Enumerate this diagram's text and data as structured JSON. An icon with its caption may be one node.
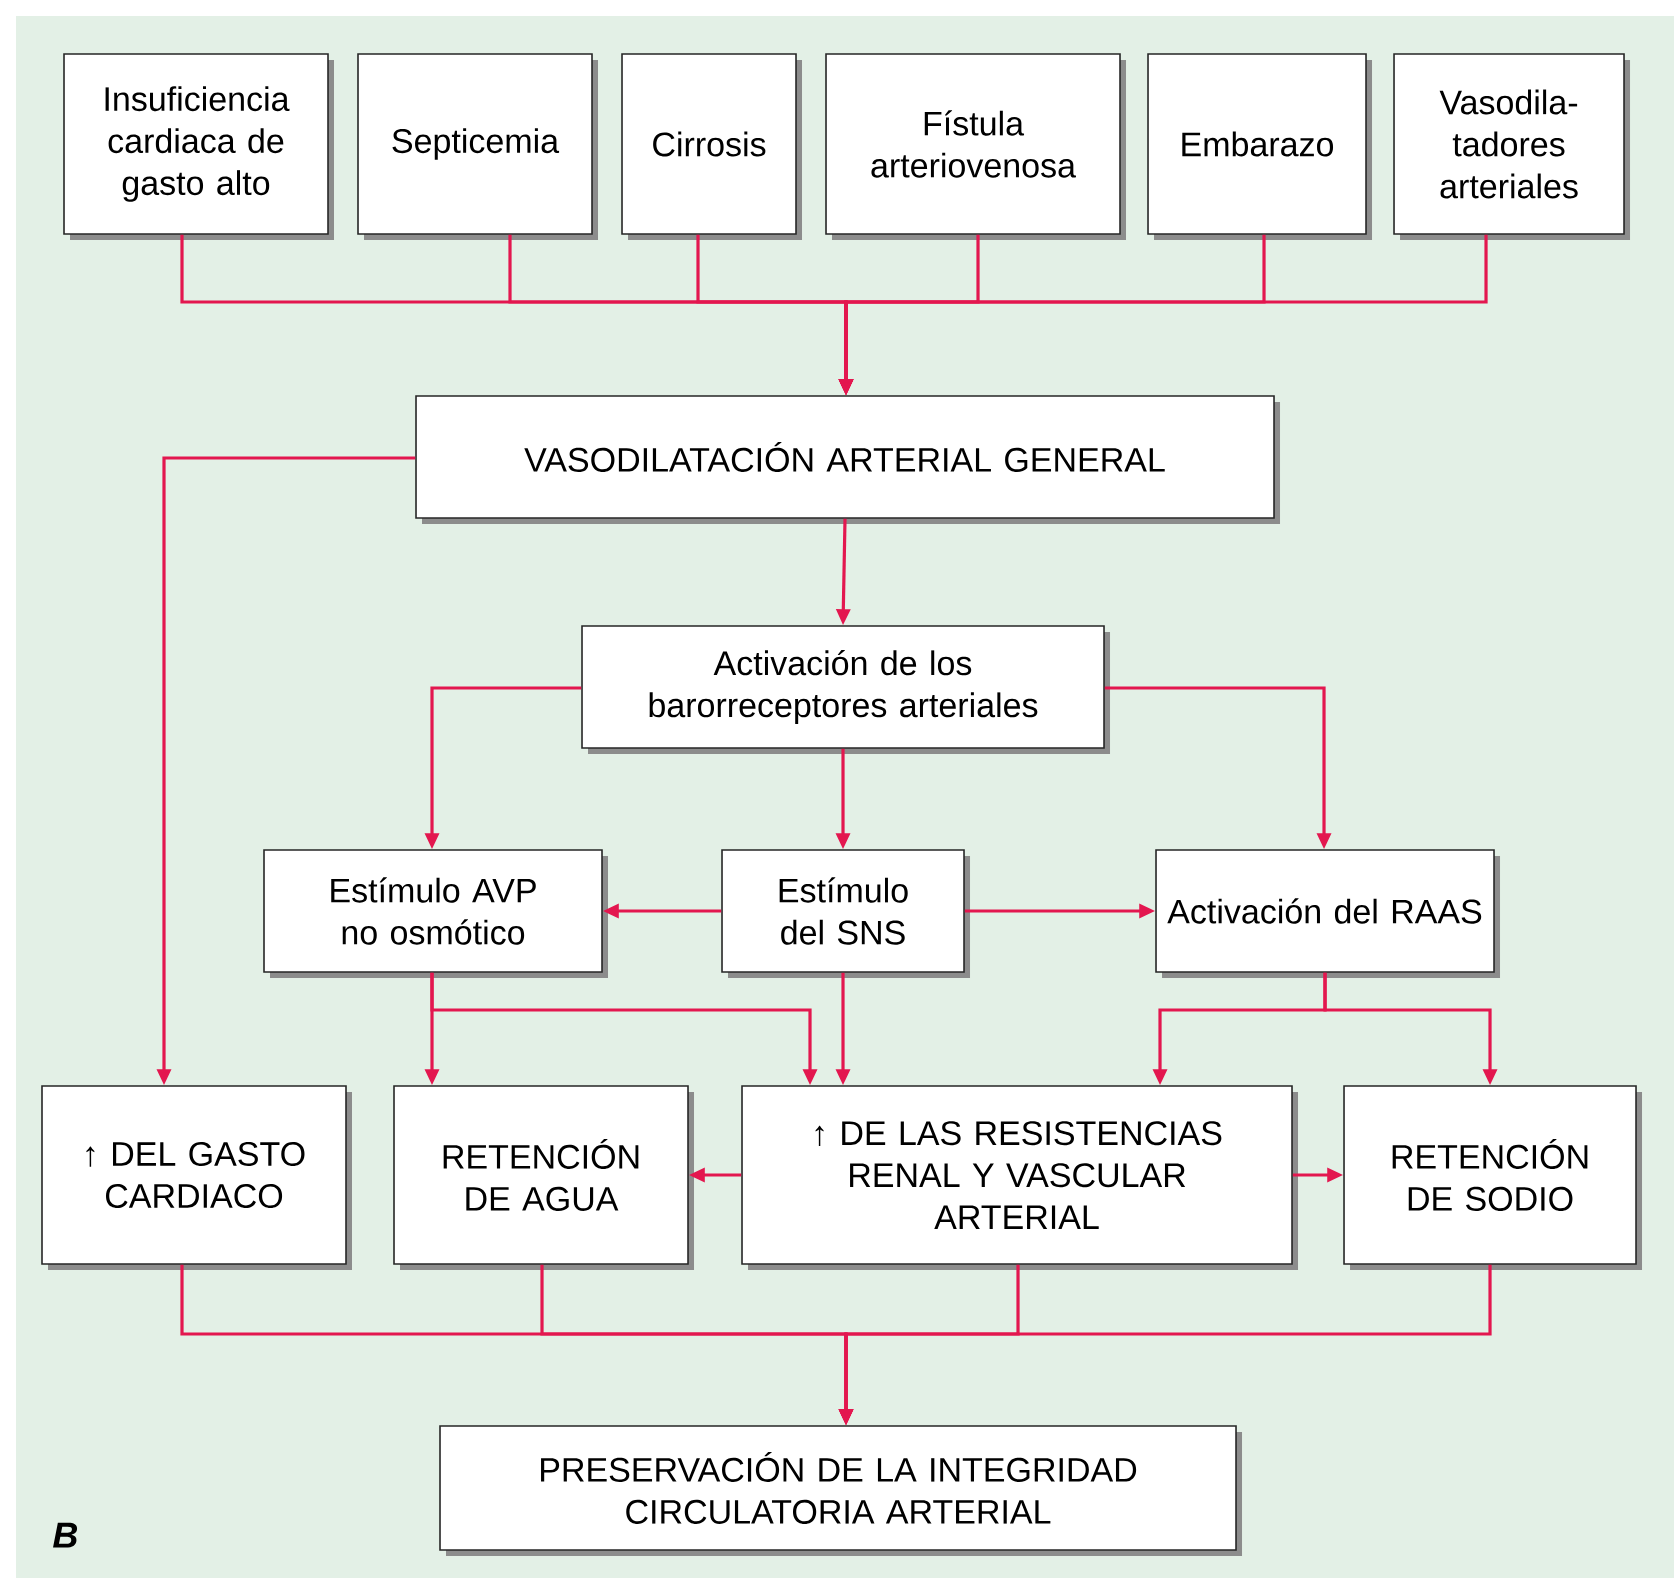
{
  "diagram": {
    "nodes": [
      {
        "text": [
          "Insuficiencia cardiaca de gasto alto"
        ]
      },
      {
        "text": [
          "Septicemia"
        ]
      },
      {
        "text": [
          "Cirrosis"
        ]
      },
      {
        "text": [
          "Fístula arteriovenosa"
        ]
      },
      {
        "text": [
          "Embarazo"
        ]
      },
      {
        "text": [
          "Vasodila- tadores arteriales"
        ]
      },
      {
        "text": [
          "VASODILATACIÓN ARTERIAL GENERAL"
        ]
      },
      {
        "text": [
          "Activación de los barorreceptores arteriales"
        ]
      },
      {
        "text": [
          "Estímulo AVP no osmótico"
        ]
      },
      {
        "text": [
          "Estímulo del SNS"
        ]
      },
      {
        "text": [
          "Activación del RAAS"
        ]
      },
      {
        "text": [
          "↑ DEL GASTO CARDIACO"
        ]
      },
      {
        "text": [
          "RETENCIÓN DE AGUA"
        ]
      },
      {
        "text": [
          "↑ DE LAS RESISTENCIAS RENAL Y VASCULAR ARTERIAL"
        ]
      },
      {
        "text": [
          "RETENCIÓN DE SODIO"
        ]
      },
      {
        "text": [
          "PRESERVACIÓN DE LA INTEGRIDAD CIRCULATORIA ARTERIAL"
        ]
      }
    ],
    "edges": [
      {
        "from": 0,
        "to": 6,
        "arrow": "to"
      },
      {
        "from": 1,
        "to": 6,
        "arrow": "to"
      },
      {
        "from": 2,
        "to": 6,
        "arrow": "to"
      },
      {
        "from": 3,
        "to": 6,
        "arrow": "to"
      },
      {
        "from": 4,
        "to": 6,
        "arrow": "to"
      },
      {
        "from": 5,
        "to": 6,
        "arrow": "to"
      },
      {
        "from": 6,
        "to": 11,
        "arrow": "to"
      },
      {
        "from": 6,
        "to": 7,
        "arrow": "to"
      },
      {
        "from": 7,
        "to": 8,
        "arrow": "to"
      },
      {
        "from": 7,
        "to": 9,
        "arrow": "to"
      },
      {
        "from": 7,
        "to": 10,
        "arrow": "to"
      },
      {
        "from": 9,
        "to": 8,
        "arrow": "to"
      },
      {
        "from": 9,
        "to": 10,
        "arrow": "to"
      },
      {
        "from": 8,
        "to": 12,
        "arrow": "to"
      },
      {
        "from": 8,
        "to": 13,
        "arrow": "to"
      },
      {
        "from": 9,
        "to": 13,
        "arrow": "to"
      },
      {
        "from": 10,
        "to": 13,
        "arrow": "to"
      },
      {
        "from": 10,
        "to": 14,
        "arrow": "to"
      },
      {
        "from": 13,
        "to": 12,
        "arrow": "to"
      },
      {
        "from": 13,
        "to": 14,
        "arrow": "to"
      },
      {
        "from": 11,
        "to": 15,
        "arrow": "to"
      },
      {
        "from": 12,
        "to": 15,
        "arrow": "to"
      },
      {
        "from": 13,
        "to": 15,
        "arrow": "to"
      },
      {
        "from": 14,
        "to": 15,
        "arrow": "to"
      }
    ],
    "labels": [
      "**B**"
    ]
  }
}
